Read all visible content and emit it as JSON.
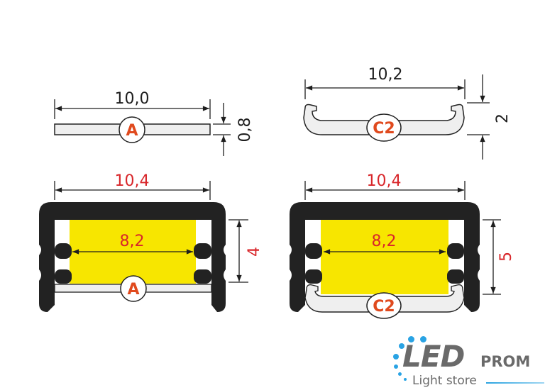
{
  "profiles": {
    "top_left": {
      "width_label": "10,0",
      "thickness_label": "0,8",
      "tag": "A"
    },
    "top_right": {
      "width_label": "10,2",
      "height_label": "2",
      "tag": "C2"
    },
    "bottom_left": {
      "width_label": "10,4",
      "inner_label": "8,2",
      "height_label": "4",
      "tag": "A"
    },
    "bottom_right": {
      "width_label": "10,4",
      "inner_label": "8,2",
      "height_label": "5",
      "tag": "C2"
    }
  },
  "logo": {
    "brand_led": "LED",
    "brand_prom": "PROM",
    "tagline": "Light store"
  },
  "colors": {
    "dimension_red": "#d8262a",
    "tag_orange": "#e04a1e",
    "led_yellow": "#f7e600",
    "logo_blue": "#29a3e4",
    "logo_gray": "#6a6a6a"
  }
}
